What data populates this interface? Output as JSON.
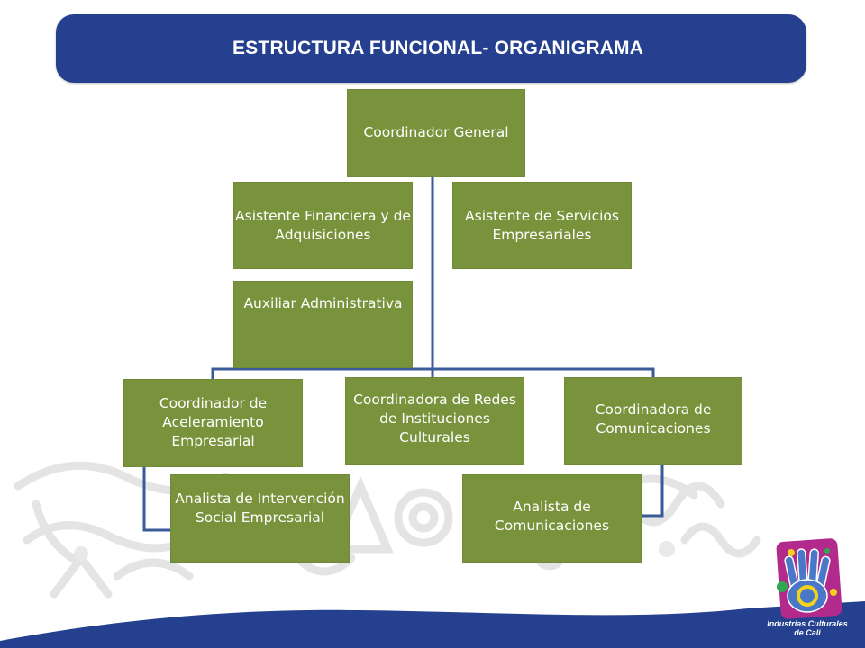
{
  "header": {
    "title": "ESTRUCTURA FUNCIONAL- ORGANIGRAMA"
  },
  "org_chart": {
    "general": "Coordinador General",
    "financiera": "Asistente Financiera y de Adquisiciones",
    "servicios": "Asistente de Servicios Empresariales",
    "auxiliar": "Auxiliar Administrativa",
    "acelera": "Coordinador de Aceleramiento Empresarial",
    "redes": "Coordinadora  de Redes de Instituciones Culturales",
    "comunicaciones": "Coordinadora de Comunicaciones",
    "analista_social": "Analista de Intervención Social Empresarial",
    "analista_com": "Analista de Comunicaciones"
  },
  "logo": {
    "line1": "Industrias Culturales",
    "line2": "de Cali",
    "icon": "hand-icon"
  },
  "colors": {
    "title_bar": "#24408f",
    "box_fill": "#78933c",
    "connector": "#3a5a98",
    "background_pattern": "#e2e2e2",
    "bottom_wave": "#24408f"
  }
}
